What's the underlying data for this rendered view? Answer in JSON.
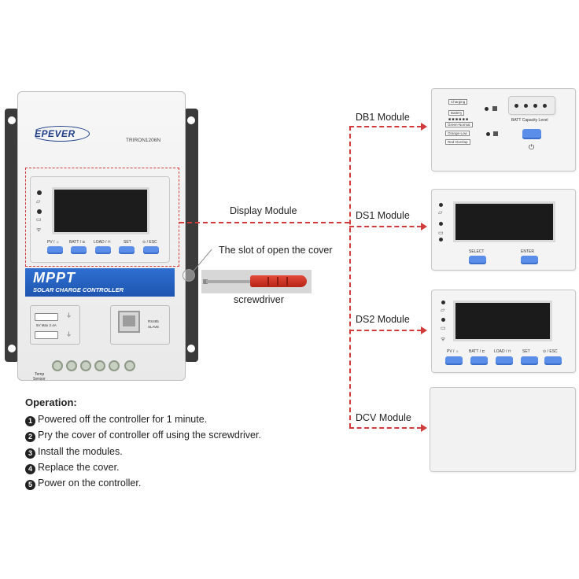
{
  "controller": {
    "brand": "EPEVER",
    "model": "TRIRON1206N",
    "title": "MPPT",
    "subtitle": "SOLAR CHARGE CONTROLLER",
    "keys": [
      "PV / ☼",
      "BATT / ⊏",
      "LOAD / ⊓",
      "SET",
      "⊙ / ESC"
    ],
    "usb_label": "5V Max 2.4A",
    "rj_label_1": "RS485",
    "rj_label_2": "SLAVE",
    "temp_label_1": "Temp",
    "temp_label_2": "Sensor"
  },
  "labels": {
    "display_module": "Display Module",
    "slot": "The slot of open the cover",
    "screwdriver": "screwdriver"
  },
  "modules": {
    "db1": {
      "name": "DB1 Module",
      "charging": "Charging",
      "batt_level": "Battery",
      "green_normal": "Green-Normal",
      "orange_low": "Orange-Low",
      "red_overlap": "Red-Overlap",
      "capacity": "BATT Capacity Level"
    },
    "ds1": {
      "name": "DS1 Module",
      "select": "SELECT",
      "enter": "ENTER"
    },
    "ds2": {
      "name": "DS2 Module",
      "keys": [
        "PV / ☼",
        "BATT / ⊏",
        "LOAD / ⊓",
        "SET",
        "⊙ / ESC"
      ]
    },
    "dcv": {
      "name": "DCV Module"
    }
  },
  "operation": {
    "title": "Operation:",
    "steps": [
      {
        "num": "1",
        "text": "Powered off the controller for 1 minute."
      },
      {
        "num": "2",
        "text": "Pry the cover of controller off using the screwdriver."
      },
      {
        "num": "3",
        "text": "Install the modules."
      },
      {
        "num": "4",
        "text": "Replace the cover."
      },
      {
        "num": "5",
        "text": "Power on the controller."
      }
    ]
  },
  "colors": {
    "accent_blue": "#1e55b0",
    "dash_red": "#d23b3b",
    "key_blue": "#5b8ee8"
  }
}
